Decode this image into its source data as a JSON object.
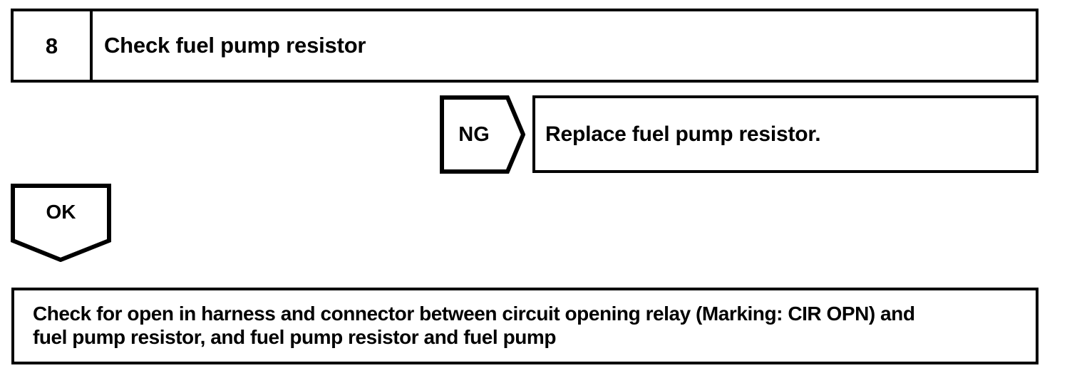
{
  "page": {
    "kind": "troubleshooting-flowchart",
    "ink_color": "#000000",
    "background_color": "#ffffff"
  },
  "step": {
    "number": "8",
    "title": "Check fuel pump resistor"
  },
  "branches": {
    "ng": {
      "label": "NG",
      "action": "Replace fuel pump resistor."
    },
    "ok": {
      "label": "OK"
    }
  },
  "result": {
    "lines": [
      "Check for open in harness and connector between circuit opening relay (Marking: CIR OPN) and",
      "fuel pump resistor, and fuel pump resistor and fuel pump"
    ]
  }
}
